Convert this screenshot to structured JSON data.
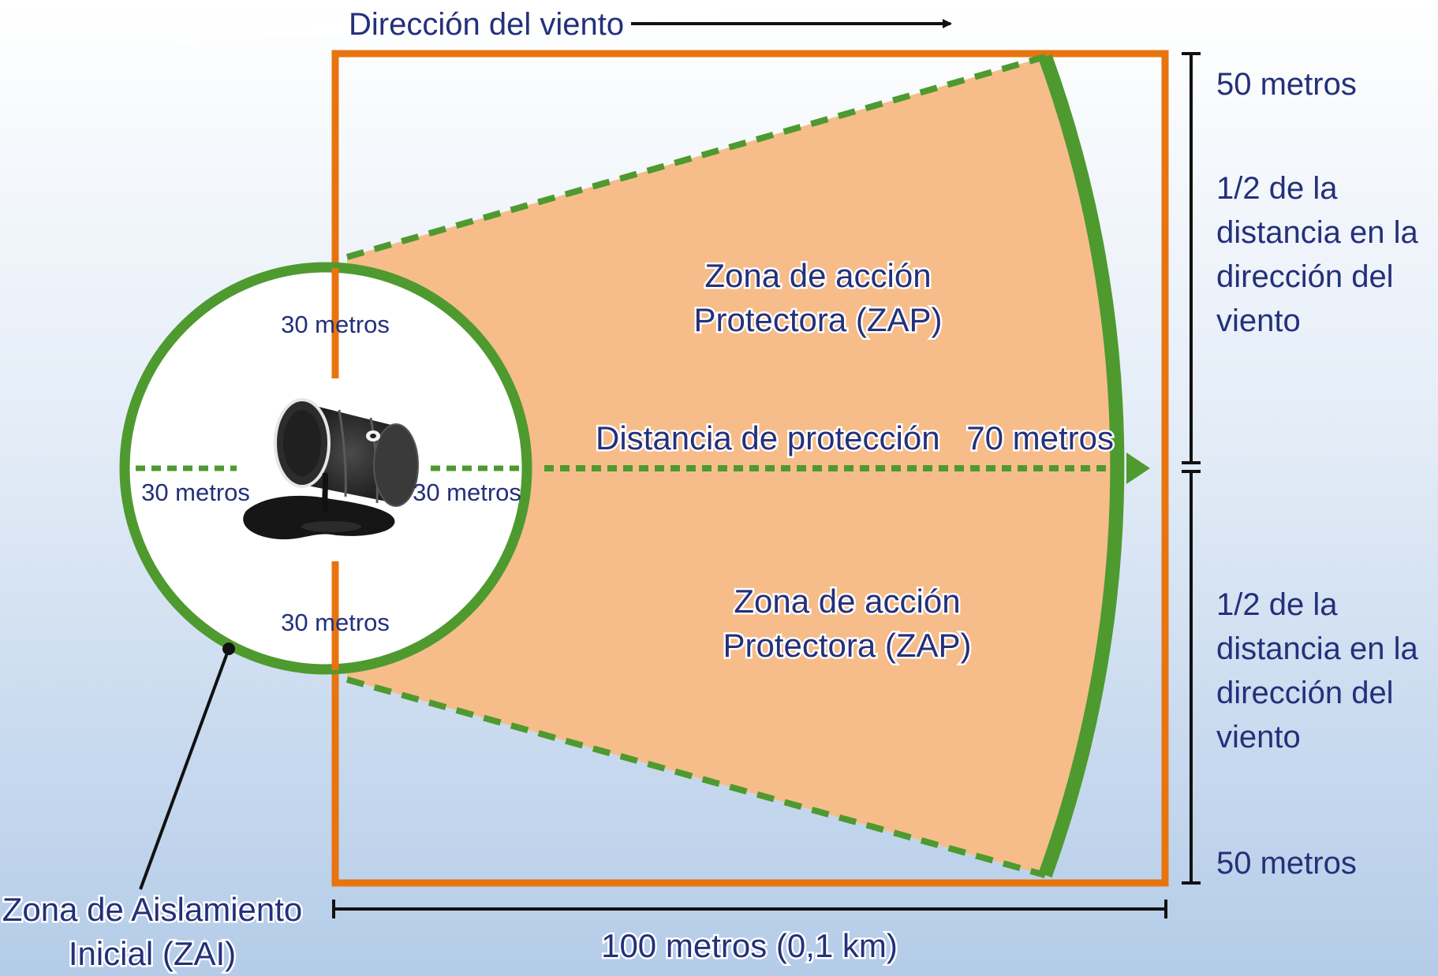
{
  "wind_direction_label": "Dirección del viento",
  "zones": {
    "zap_upper": {
      "line1": "Zona de acción",
      "line2": "Protectora (ZAP)"
    },
    "zap_lower": {
      "line1": "Zona de acción",
      "line2": "Protectora (ZAP)"
    },
    "zai": {
      "line1": "Zona de Aislamiento",
      "line2": "Inicial (ZAI)"
    }
  },
  "protection": {
    "label": "Distancia de protección",
    "value": "70 metros"
  },
  "radius_labels": {
    "top": "30 metros",
    "bottom": "30 metros",
    "left": "30 metros",
    "right": "30 metros"
  },
  "right_dims": {
    "top_value": "50 metros",
    "bottom_value": "50 metros",
    "upper_note": [
      "1/2 de la",
      "distancia en la",
      "dirección del",
      "viento"
    ],
    "lower_note": [
      "1/2 de la",
      "distancia en la",
      "dirección del",
      "viento"
    ]
  },
  "bottom_dim": "100 metros (0,1 km)",
  "colors": {
    "background_top": "#ffffff",
    "background_bottom": "#b4cce8",
    "box_orange": "#e8740f",
    "zone_fill": "#f6bd8a",
    "circle_green": "#4e9a2f",
    "text_navy": "#24307a",
    "dim_black": "#111111"
  },
  "icons": {
    "center": "oil-barrel-spill-icon",
    "wind": "arrow-right-icon"
  }
}
